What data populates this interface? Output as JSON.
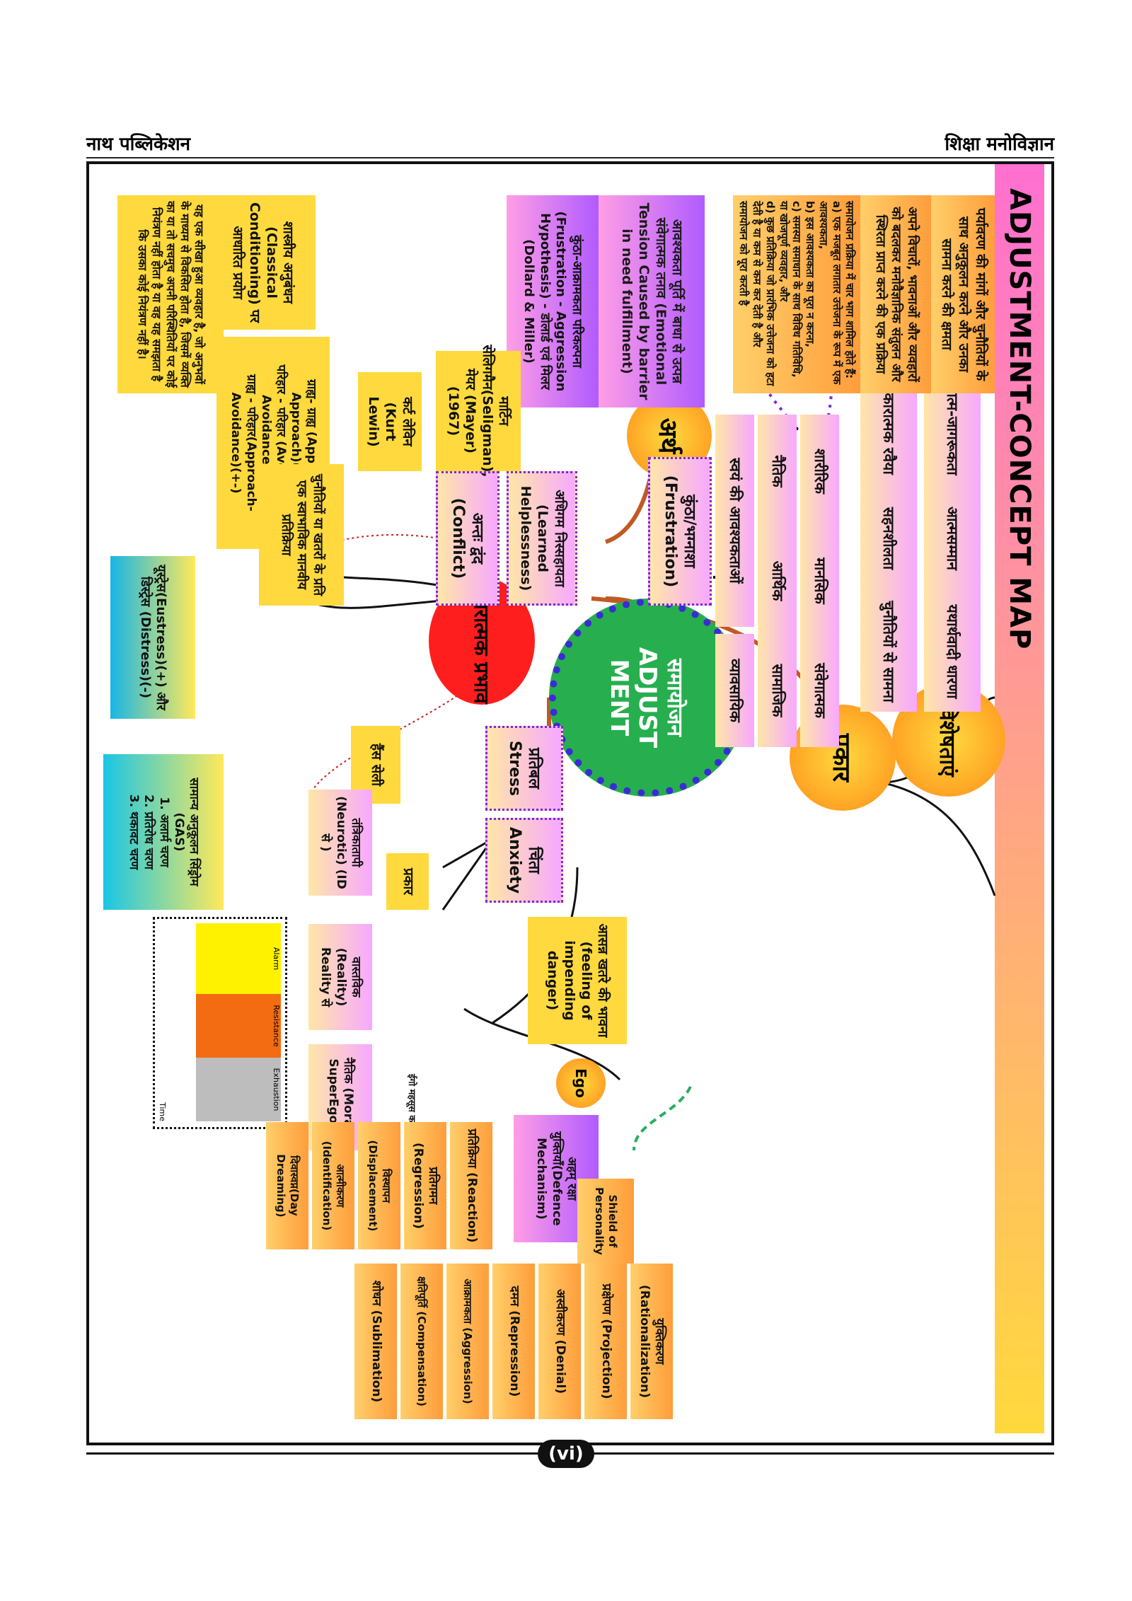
{
  "header": {
    "publisher": "नाथ पब्लिकेशन",
    "subject": "शिक्षा मनोविज्ञान"
  },
  "title": "ADJUSTMENT-CONCEPT MAP",
  "center": {
    "hindi": "समायोजन",
    "english": "ADJUST MENT"
  },
  "features": {
    "label": "विशेषताएं",
    "items": [
      "आत्म-जागरूकता",
      "आत्मसम्मान",
      "यथार्थवादी धारणा",
      "सकारात्मक रवैया",
      "सहनशीलता",
      "चुनौतियों से सामना"
    ]
  },
  "types": {
    "label": "प्रकार",
    "items": [
      "शारीरिक",
      "मानसिक",
      "संवेगात्मक",
      "नैतिक",
      "आर्थिक",
      "सामाजिक",
      "स्वयं की आवश्यकताओं",
      "व्यावसायिक"
    ]
  },
  "meaning": {
    "label": "अर्थ",
    "items": [
      "पर्यावरण की मांगों और चुनौतियों के साथ अनुकूलन करने और उनका सामना करने की क्षमता",
      "अपने विचारों, भावनाओं और व्यवहारों को बदलकर मनोवैज्ञानिक संतुलन और स्थिरता प्राप्त करने की एक प्रक्रिया"
    ],
    "process": {
      "intro": "समायोजन प्रक्रिया में चार भाग शामिल होते हैं:",
      "a": "a) एक मजबूत लगातार उत्तेजना के रूप में एक आवश्यकता,",
      "b": "b) इस आवश्यकता का पूरा न करना,",
      "c": "c) समस्या समाधान के साथ विविध गतिविधि, या खोजपूर्ण व्यवहार, और",
      "d": "d) कुछ प्रतिक्रिया जो प्रारंभिक उत्तेजना को हटा देती है या कम से कम कर देती है और समायोजन को पूरा करती है"
    }
  },
  "negative": {
    "label": "नकारात्मक प्रभाव"
  },
  "anxiety": {
    "label": "चिंता Anxiety",
    "feeling": "आसन्न खतरे की भावना (feeling of impending danger)",
    "ego": "Ego",
    "defence": "अहम् रक्षा युक्तियाँ(Defence Mechanism)",
    "shield": "Shield of Personality",
    "types_label": "प्रकार",
    "neurotic": "तंत्रिकातापी (Neurotic) (ID से )",
    "reality": "वास्तविक (Reality) Reality से",
    "moral": "नैतिक (Moral) SuperEgo से",
    "feels": "ईगो महसूस करता है"
  },
  "mechanisms": [
    "युक्तिकरण (Rationalization)",
    "प्रक्षेपण (Projection)",
    "अस्वीकरण (Denial)",
    "दमन (Repression)",
    "आक्रामकता (Aggression)",
    "क्षतिपूर्ति (Compensation)",
    "शोधन (Sublimation)",
    "प्रतिक्रिया (Reaction)",
    "प्रतिगमन (Regression)",
    "विस्थापन (Displacement)",
    "आत्मीकरण (Identification)",
    "दिवास्वप्न(Day Dreaming)"
  ],
  "stress": {
    "label": "प्रतिबल Stress",
    "selye": "हैंस सेली",
    "gas": "सामान्य अनुकूलन सिंड्रोम (GAS)",
    "gas_steps": [
      "1. अलार्म चरण",
      "2. प्रतिरोध चरण",
      "3. थकावट चरण"
    ],
    "response": "चुनौतियों या खतरों के प्रति एक स्वाभाविक मानवीय प्रतिक्रिया",
    "types": "यूस्ट्रेस(Eustress)(+) और डिस्ट्रेस (Distress)(-)",
    "graph_labels": [
      "Alarm",
      "Resistance",
      "Exhaustion",
      "Time"
    ]
  },
  "frustration": {
    "label": "कुंठा/भग्नाशा (Frustration)",
    "def": "आवश्यकता पूर्ति में बाधा से उत्पन्न संवेगात्मक तनाव (Emotional Tension Caused by barrier in need fulfillment)",
    "hypothesis": "कुंठा-आक्रामकता परिकल्पना (Frustration - Aggression Hypothesis) - डोलार्ड एवं मिलर (Dollard & Miller)"
  },
  "helplessness": {
    "label": "अधिगम निस्सहायता (Learned Helplessness)",
    "who": "मार्टिन सेलिगमैन(Seligman), मेयर (Mayer) (1967)",
    "classical": "शास्त्रीय अनुबंधन (Classical Conditioning) पर आधारित प्रयोग",
    "def": "यह एक सीखा हुआ व्यवहार है, जो अनुभवों के माध्यम से विकसित होता है, जिसमें व्यक्ति का या तो सचमुच अपनी परिस्थितियों पर कोई नियंत्रण नहीं होता है या वह यह समझता है कि उसका कोई नियंत्रण नहीं है।"
  },
  "conflict": {
    "label": "अन्तः द्वंद (Conflict)",
    "who": "कर्ट लेविन (Kurt Lewin)",
    "types": [
      "ग्राह्य- ग्राह्य (Approach- Approach)(++)",
      "परिहार - परिहार (Avoidance- Avoidance)(--)",
      "ग्राह्य - परिहार(Approach-Avoidance)(+-)"
    ]
  },
  "page_number": "(vi)"
}
